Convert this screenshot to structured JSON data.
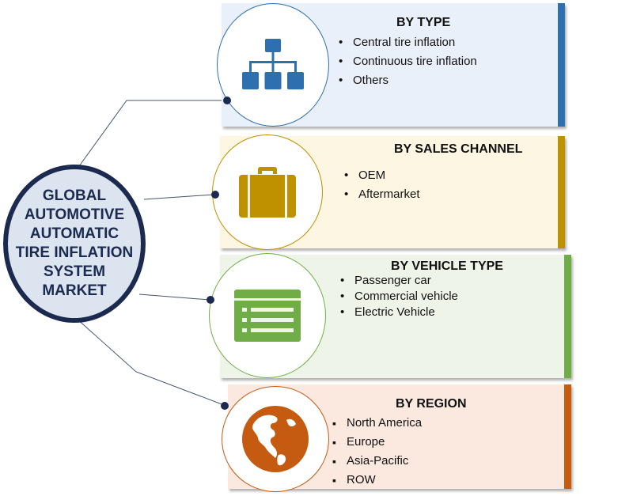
{
  "hub": {
    "title": "GLOBAL\nAUTOMOTIVE\nAUTOMATIC\nTIRE INFLATION\nSYSTEM\nMARKET"
  },
  "segments": [
    {
      "title": "BY TYPE",
      "items": [
        "Central tire inflation",
        "Continuous tire inflation",
        "Others"
      ],
      "icon": "hierarchy-icon",
      "bg_color": "#eaf0f9",
      "accent_color": "#2e6fb0",
      "ring_color": "#2e6fb0",
      "icon_color": "#2e6fb0"
    },
    {
      "title": "BY SALES CHANNEL",
      "items": [
        "OEM",
        "Aftermarket"
      ],
      "icon": "briefcase-icon",
      "bg_color": "#fdf6e3",
      "accent_color": "#bf9000",
      "ring_color": "#bf9000",
      "icon_color": "#bf9000"
    },
    {
      "title": "BY VEHICLE TYPE",
      "items": [
        "Passenger car",
        "Commercial vehicle",
        "Electric Vehicle"
      ],
      "icon": "list-window-icon",
      "bg_color": "#eef5e8",
      "accent_color": "#70ad47",
      "ring_color": "#70ad47",
      "icon_color": "#70ad47"
    },
    {
      "title": "BY REGION",
      "items": [
        "North America",
        "Europe",
        "Asia-Pacific",
        "ROW"
      ],
      "icon": "globe-icon",
      "bg_color": "#fbe9e0",
      "accent_color": "#c55a11",
      "ring_color": "#c55a11",
      "icon_color": "#c55a11"
    }
  ],
  "colors": {
    "hub_border": "#1b2a4e",
    "hub_fill": "#dbe4ef",
    "connector": "#44546a"
  }
}
